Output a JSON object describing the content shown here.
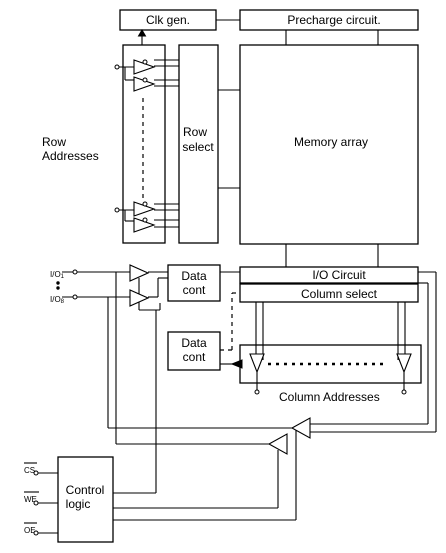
{
  "blocks": {
    "clk_gen": "Clk gen.",
    "precharge": "Precharge circuit.",
    "row_select_1": "Row",
    "row_select_2": "select",
    "memory_array": "Memory array",
    "data_cont_top_1": "Data",
    "data_cont_top_2": "cont",
    "data_cont_bottom_1": "Data",
    "data_cont_bottom_2": "cont",
    "io_circuit": "I/O Circuit",
    "column_select": "Column select",
    "control_logic_1": "Control",
    "control_logic_2": "logic"
  },
  "labels": {
    "row_addresses_1": "Row",
    "row_addresses_2": "Addresses",
    "column_addresses": "Column Addresses",
    "io1_main": "I/O",
    "io1_sub": "1",
    "io8_main": "I/O",
    "io8_sub": "8",
    "cs": "CS",
    "we": "WE",
    "oe": "OE"
  }
}
